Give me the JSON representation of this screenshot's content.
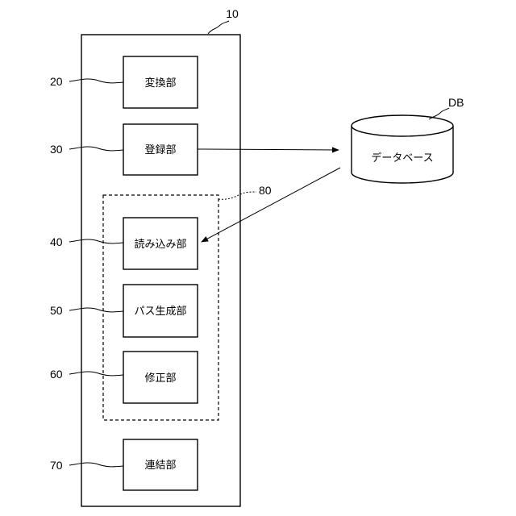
{
  "device": {
    "ref": "10"
  },
  "group": {
    "ref": "80"
  },
  "blocks": [
    {
      "ref": "20",
      "label": "変換部"
    },
    {
      "ref": "30",
      "label": "登録部"
    },
    {
      "ref": "40",
      "label": "読み込み部"
    },
    {
      "ref": "50",
      "label": "パス生成部"
    },
    {
      "ref": "60",
      "label": "修正部"
    },
    {
      "ref": "70",
      "label": "連結部"
    }
  ],
  "database": {
    "ref": "DB",
    "label": "データベース"
  }
}
